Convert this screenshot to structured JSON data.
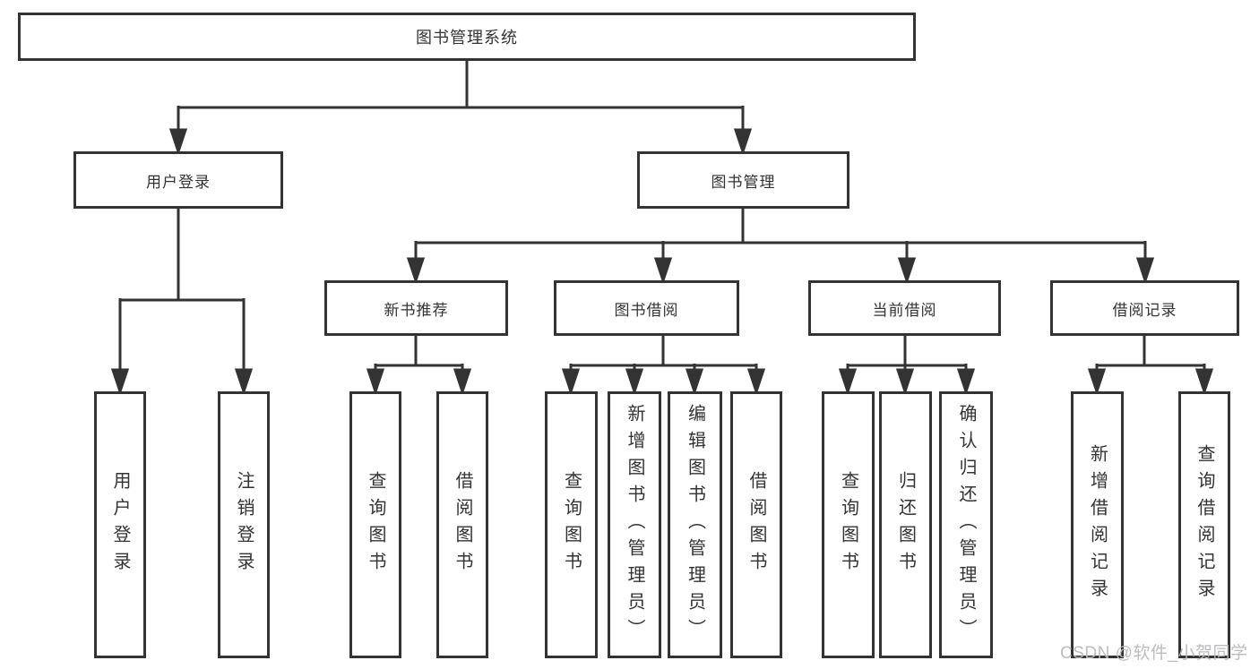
{
  "diagram": {
    "root": {
      "label": "图书管理系统"
    },
    "level2": {
      "user_login": {
        "label": "用户登录"
      },
      "book_management": {
        "label": "图书管理"
      }
    },
    "level3": {
      "new_book_recommend": {
        "label": "新书推荐"
      },
      "book_borrow": {
        "label": "图书借阅"
      },
      "current_borrow": {
        "label": "当前借阅"
      },
      "borrow_records": {
        "label": "借阅记录"
      }
    },
    "level4": {
      "user_login": {
        "label": "用户登录"
      },
      "logout": {
        "label": "注销登录"
      },
      "query_book_recommend": {
        "label": "查询图书"
      },
      "borrow_book_recommend": {
        "label": "借阅图书"
      },
      "query_book_borrow": {
        "label": "查询图书"
      },
      "add_book_admin": {
        "label": "新增图书（管理员）"
      },
      "edit_book_admin": {
        "label": "编辑图书（管理员）"
      },
      "borrow_book_borrow": {
        "label": "借阅图书"
      },
      "query_book_current": {
        "label": "查询图书"
      },
      "return_book": {
        "label": "归还图书"
      },
      "confirm_return_admin": {
        "label": "确认归还（管理员）"
      },
      "add_borrow_record": {
        "label": "新增借阅记录"
      },
      "query_borrow_record": {
        "label": "查询借阅记录"
      }
    }
  },
  "watermark": {
    "text": "CSDN @软件_小贺同学"
  },
  "colors": {
    "line": "#333333",
    "background": "#ffffff",
    "watermark_text": "#b9babc"
  }
}
